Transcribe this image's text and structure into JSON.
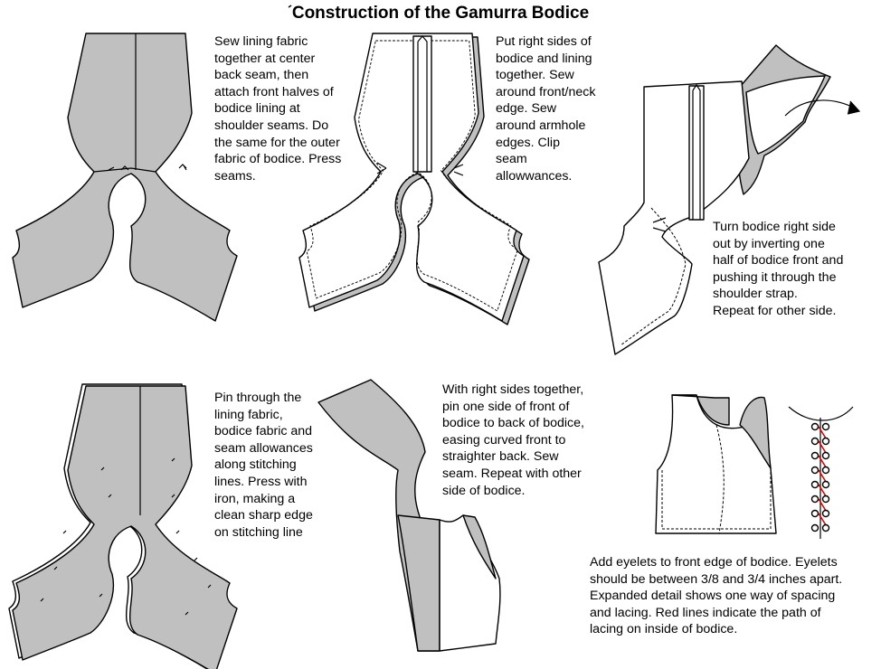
{
  "title": "Construction of the Gamurra Bodice",
  "steps": [
    {
      "text": "Sew lining fabric\ntogether at center\nback seam, then\nattach front halves of\nbodice lining at\nshoulder seams.  Do\nthe same for the outer\nfabric of bodice. Press\nseams."
    },
    {
      "text": "Put right sides of\nbodice and lining\ntogether.  Sew\naround front/neck\nedge.  Sew\naround armhole\nedges.   Clip\nseam\nallowwances."
    },
    {
      "text": "Turn bodice right side\nout by inverting one\nhalf of bodice front and\npushing it through the\nshoulder strap.\nRepeat for other side."
    },
    {
      "text": "Pin through the\nlining fabric,\nbodice fabric and\nseam allowances\nalong stitching\nlines.  Press with\niron, making a\nclean sharp edge\non stitching line"
    },
    {
      "text": "With right sides together,\npin one side of front of\nbodice to back of bodice,\neasing curved front to\nstraighter back.  Sew\nseam.  Repeat with other\nside of bodice."
    },
    {
      "text": "Add eyelets to front edge of bodice.  Eyelets\nshould be between 3/8 and 3/4 inches apart.\nExpanded detail shows one way of spacing\nand lacing.  Red lines indicate the path of\nlacing on inside of bodice."
    }
  ],
  "colors": {
    "fabric": "#c0c0c0",
    "lacing": "#e00000"
  },
  "icons": [
    "curved-arrow-icon"
  ]
}
